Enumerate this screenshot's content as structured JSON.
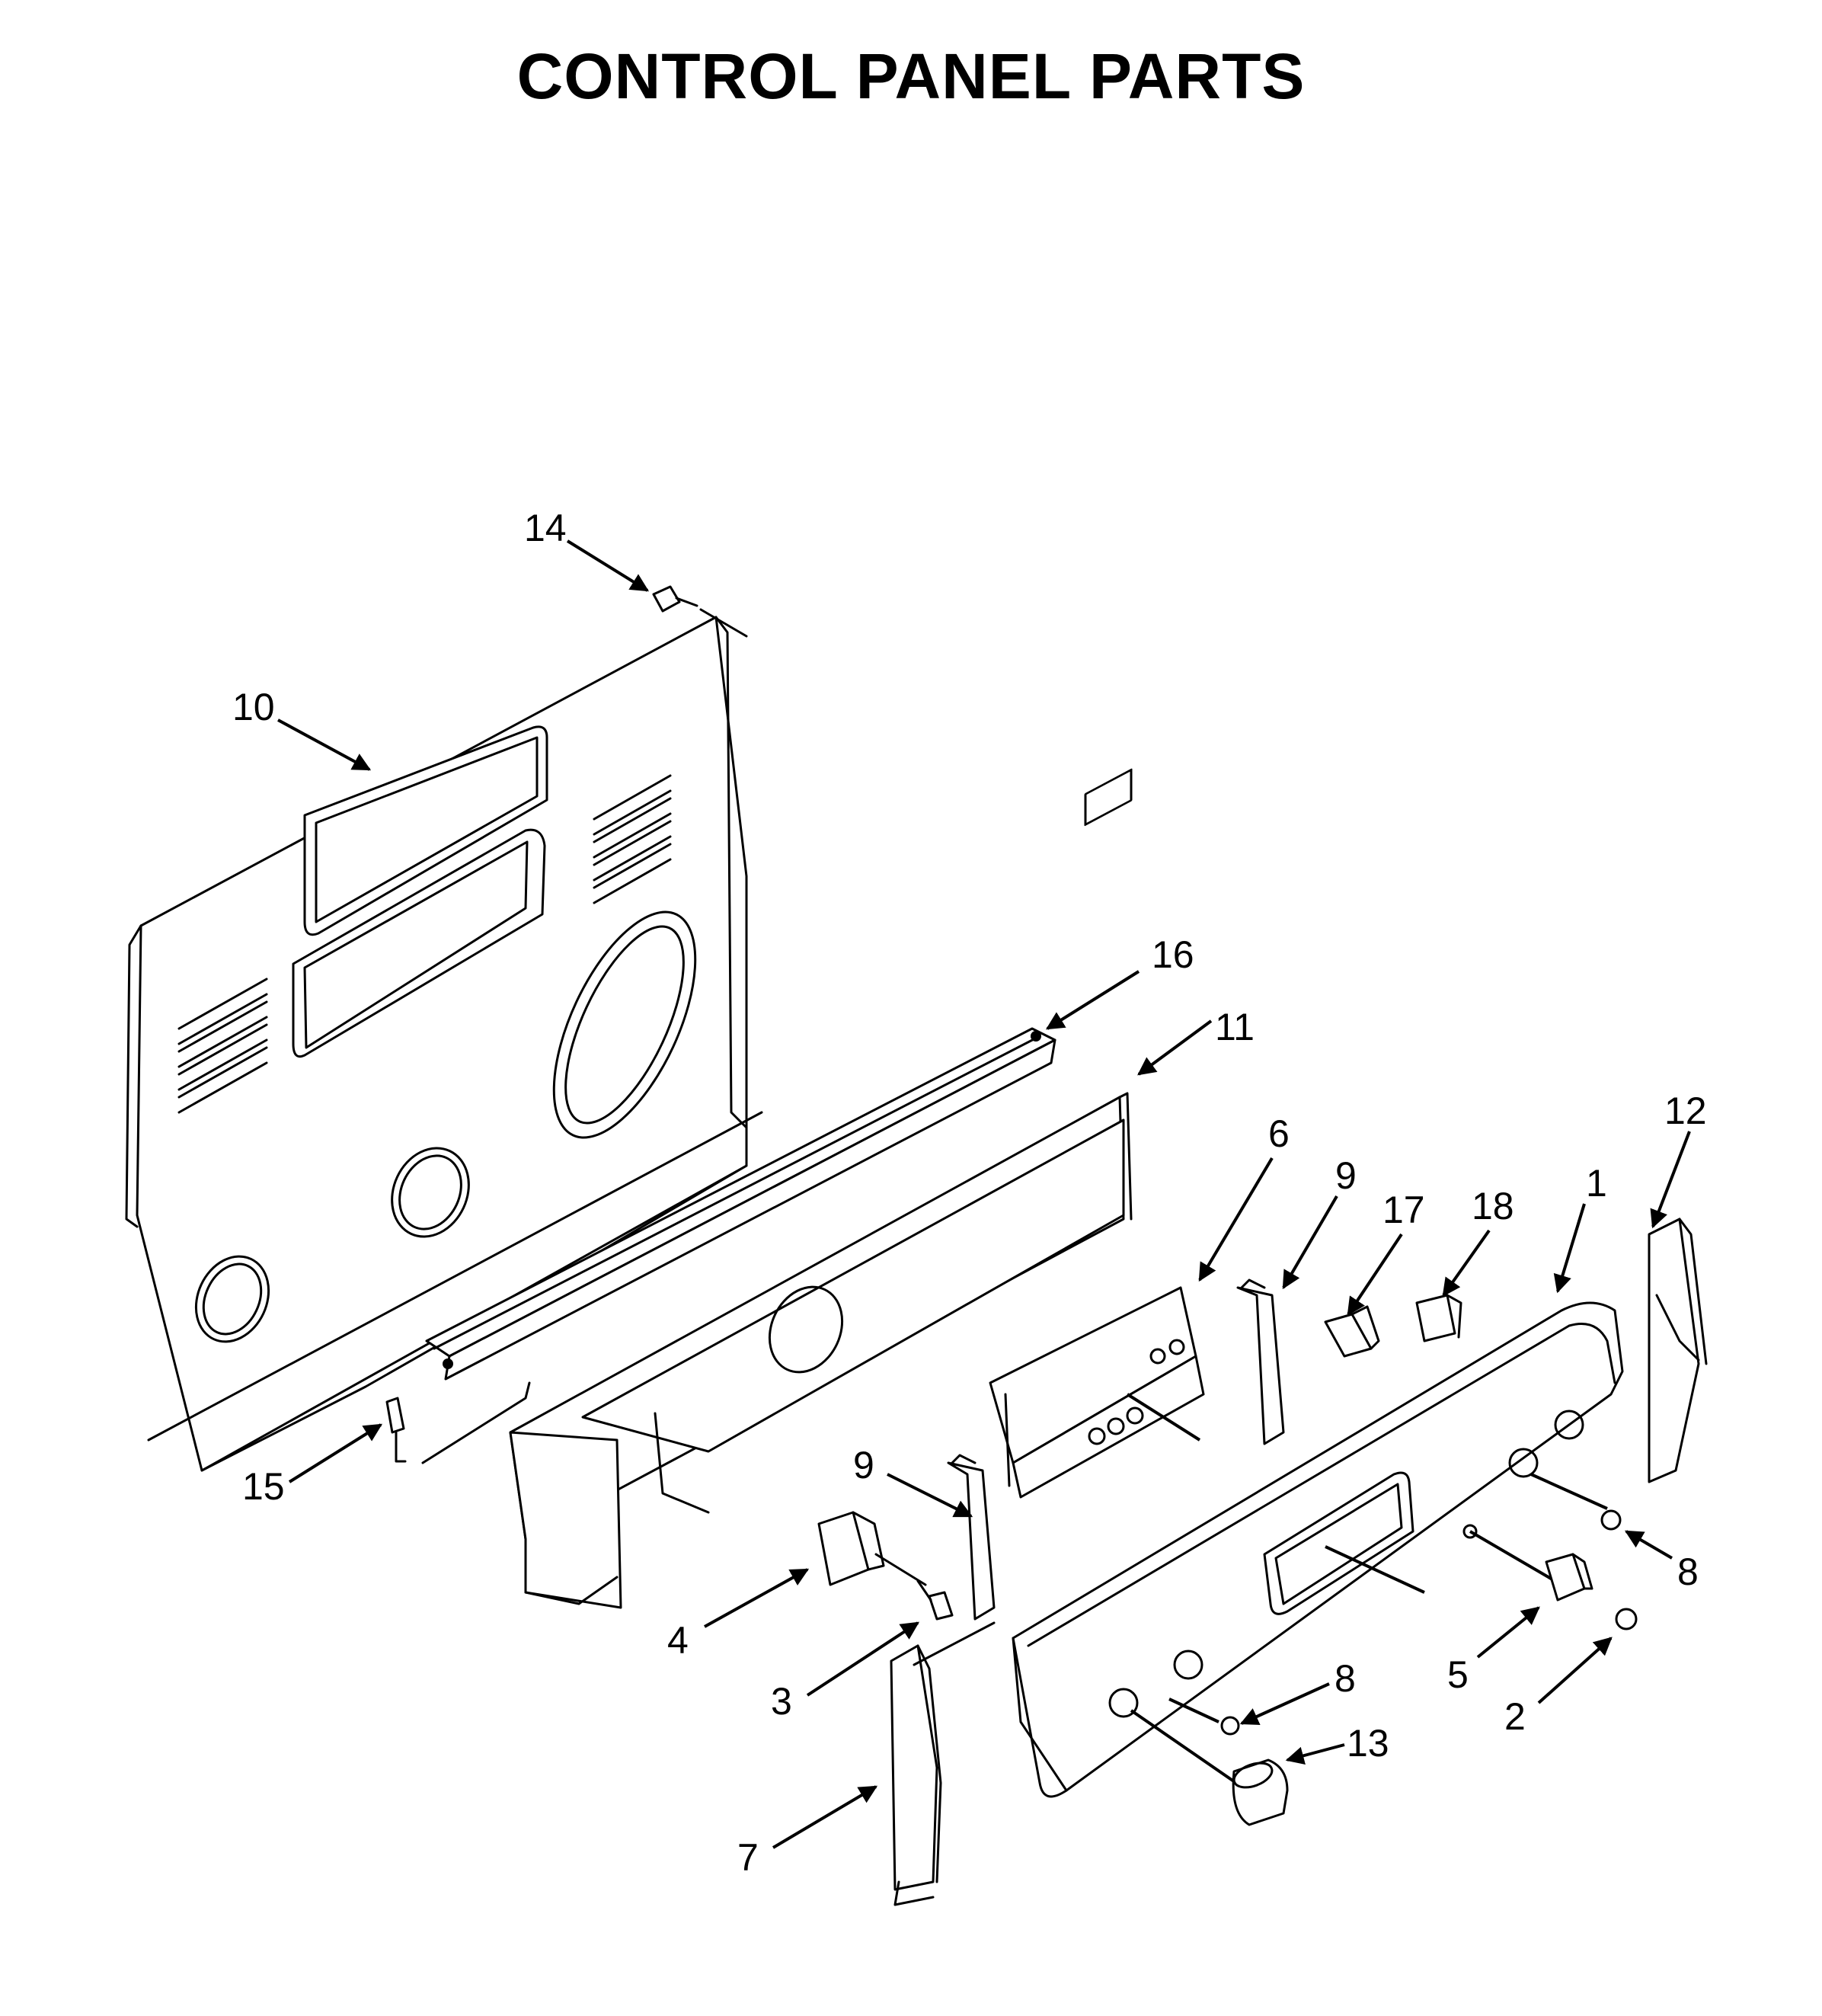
{
  "title": "CONTROL PANEL PARTS",
  "callouts": [
    {
      "id": "1",
      "label": "1"
    },
    {
      "id": "2",
      "label": "2"
    },
    {
      "id": "3",
      "label": "3"
    },
    {
      "id": "4",
      "label": "4"
    },
    {
      "id": "5",
      "label": "5"
    },
    {
      "id": "6",
      "label": "6"
    },
    {
      "id": "7",
      "label": "7"
    },
    {
      "id": "8a",
      "label": "8"
    },
    {
      "id": "8b",
      "label": "8"
    },
    {
      "id": "9a",
      "label": "9"
    },
    {
      "id": "9b",
      "label": "9"
    },
    {
      "id": "10",
      "label": "10"
    },
    {
      "id": "11",
      "label": "11"
    },
    {
      "id": "12",
      "label": "12"
    },
    {
      "id": "13",
      "label": "13"
    },
    {
      "id": "14",
      "label": "14"
    },
    {
      "id": "15",
      "label": "15"
    },
    {
      "id": "16",
      "label": "16"
    },
    {
      "id": "17",
      "label": "17"
    },
    {
      "id": "18",
      "label": "18"
    }
  ]
}
